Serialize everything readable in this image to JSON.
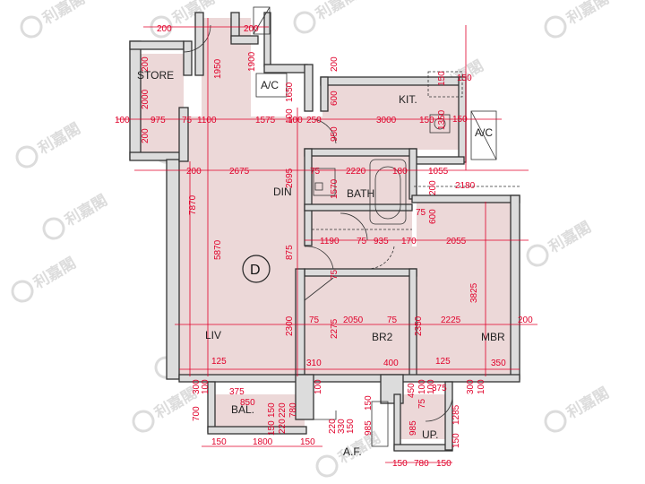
{
  "unit_label": "D",
  "rooms": {
    "store": "STORE",
    "kit": "KIT.",
    "ac_top": "A/C",
    "ac_right": "A/C",
    "din": "DIN",
    "bath": "BATH",
    "liv": "LIV",
    "br2": "BR2",
    "mbr": "MBR",
    "bal": "BAL.",
    "up": "UP.",
    "af": "A.F."
  },
  "dimensions": {
    "top_200a": "200",
    "top_200b": "200",
    "top_1900": "1900",
    "top_1950": "1950",
    "top_200c": "200",
    "top_600": "600",
    "top_1650": "1650",
    "kit_150a": "150",
    "kit_150b": "150",
    "kit_1350": "1350",
    "row_100": "100",
    "row_975": "975",
    "row_75": "75",
    "row_1100": "1100",
    "row_1575": "1575",
    "row_100b": "100",
    "row_250": "250",
    "row_3000": "3000",
    "row_150": "150",
    "store_200": "200",
    "store_2000": "2000",
    "store_200b": "200",
    "v_950": "950",
    "v_100": "100",
    "din_200": "200",
    "din_2675": "2675",
    "din_2695": "2695",
    "din_75": "75",
    "din_2220": "2220",
    "din_180": "180",
    "din_1055": "1055",
    "din_200b": "200",
    "din_2180": "2180",
    "v_7870": "7870",
    "v_5870": "5870",
    "v_1570": "1570",
    "v_875": "875",
    "v_75a": "75",
    "v_600": "600",
    "h_1190": "1190",
    "h_75": "75",
    "h_935": "935",
    "h_170": "170",
    "h_2055": "2055",
    "v_3825": "3825",
    "v_75b": "75",
    "h_75b": "75",
    "h_2050": "2050",
    "h_75c": "75",
    "h_2225": "2225",
    "h_200": "200",
    "v_2300": "2300",
    "v_2275": "2275",
    "v_2350": "2350",
    "b_125a": "125",
    "b_310": "310",
    "b_400": "400",
    "b_125b": "125",
    "b_350": "350",
    "b_300a": "300",
    "b_300b": "300",
    "b_100a": "100",
    "b_100b": "100",
    "b_100c": "100",
    "b_375a": "375",
    "b_375b": "375",
    "b_450": "450",
    "b_100d": "100",
    "bal_850": "850",
    "bal_150": "150",
    "bal_700": "700",
    "bal_780": "780",
    "bal_220": "220",
    "bal_150b": "150",
    "bal_220b": "220",
    "af_220": "220",
    "af_330": "330",
    "af_150": "150",
    "af_150b": "150",
    "af_985": "985",
    "up_985": "985",
    "up_1285": "1285",
    "up_150": "150",
    "up_75": "75",
    "up_100": "100",
    "bot_150a": "150",
    "bot_1800": "1800",
    "bot_150b": "150",
    "bot_150c": "150",
    "bot_780": "780",
    "bot_150d": "150",
    "r_150": "150"
  },
  "watermark": "利嘉閣",
  "colors": {
    "dimension": "#e0002a",
    "wall": "#dcdcdc",
    "floor": "#ecd8d8"
  }
}
